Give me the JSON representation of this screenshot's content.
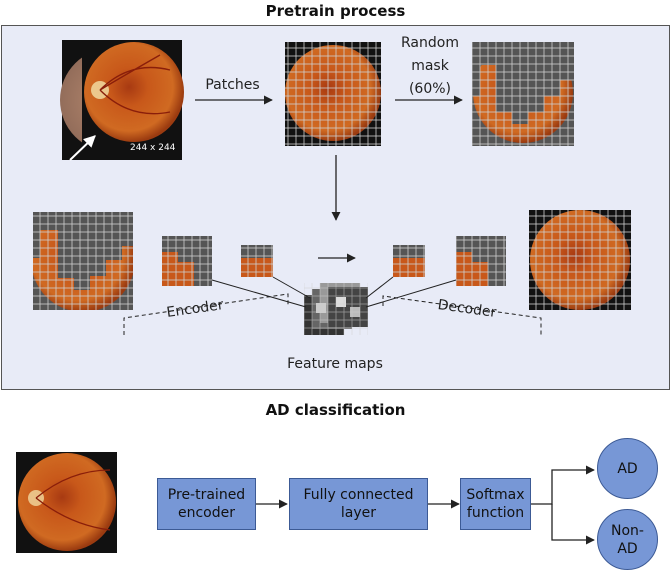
{
  "pretrain": {
    "title": "Pretrain process",
    "size_label": "244 x 244",
    "patches_label": "Patches",
    "random_mask_label_1": "Random",
    "random_mask_label_2": "mask",
    "random_mask_label_3": "(60%)",
    "encoder_label": "Encoder",
    "decoder_label": "Decoder",
    "feature_maps_label": "Feature maps"
  },
  "classification": {
    "title": "AD classification",
    "encoder_box": [
      "Pre-trained",
      "encoder"
    ],
    "fc_box": [
      "Fully connected",
      "layer"
    ],
    "softmax_box": [
      "Softmax",
      "function"
    ],
    "out_ad": "AD",
    "out_nonad": [
      "Non-",
      "AD"
    ]
  },
  "colors": {
    "panel_bg": "#e8ebf7",
    "box_fill": "#7797d6",
    "retina_orange": "#c8581a",
    "mask_dark": "#555555"
  }
}
